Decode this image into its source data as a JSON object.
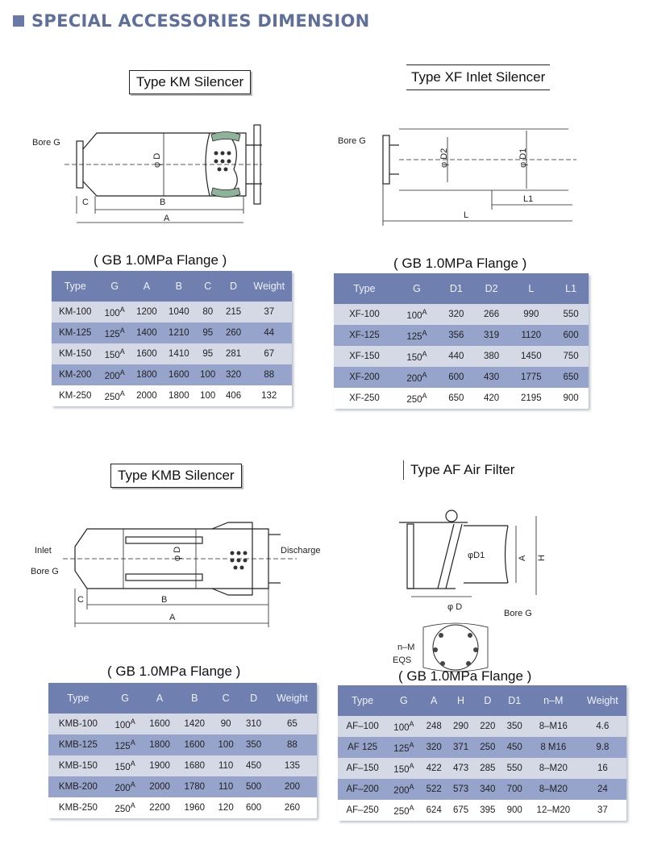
{
  "header": {
    "title": "SPECIAL ACCESSORIES DIMENSION"
  },
  "km": {
    "title": "Type KM Silencer",
    "flange": "( GB 1.0MPa Flange )",
    "labels": {
      "bore": "Bore G",
      "d": "φ D",
      "c": "C",
      "b": "B",
      "a": "A"
    },
    "columns": [
      "Type",
      "G",
      "A",
      "B",
      "C",
      "D",
      "Weight"
    ],
    "rows": [
      [
        "KM-100",
        "100",
        "1200",
        "1040",
        "80",
        "215",
        "37"
      ],
      [
        "KM-125",
        "125",
        "1400",
        "1210",
        "95",
        "260",
        "44"
      ],
      [
        "KM-150",
        "150",
        "1600",
        "1410",
        "95",
        "281",
        "67"
      ],
      [
        "KM-200",
        "200",
        "1800",
        "1600",
        "100",
        "320",
        "88"
      ],
      [
        "KM-250",
        "250",
        "2000",
        "1800",
        "100",
        "406",
        "132"
      ]
    ]
  },
  "xf": {
    "title": "Type XF Inlet Silencer",
    "flange": "( GB 1.0MPa Flange )",
    "labels": {
      "bore": "Bore G",
      "d2": "φ D2",
      "d1": "φ D1",
      "l1": "L1",
      "l": "L"
    },
    "columns": [
      "Type",
      "G",
      "D1",
      "D2",
      "L",
      "L1"
    ],
    "rows": [
      [
        "XF-100",
        "100",
        "320",
        "266",
        "990",
        "550"
      ],
      [
        "XF-125",
        "125",
        "356",
        "319",
        "1120",
        "600"
      ],
      [
        "XF-150",
        "150",
        "440",
        "380",
        "1450",
        "750"
      ],
      [
        "XF-200",
        "200",
        "600",
        "430",
        "1775",
        "650"
      ],
      [
        "XF-250",
        "250",
        "650",
        "420",
        "2195",
        "900"
      ]
    ]
  },
  "kmb": {
    "title": "Type KMB Silencer",
    "flange": "( GB 1.0MPa Flange )",
    "labels": {
      "inlet": "Inlet",
      "bore": "Bore G",
      "discharge": "Discharge",
      "d": "φ D",
      "c": "C",
      "b": "B",
      "a": "A"
    },
    "columns": [
      "Type",
      "G",
      "A",
      "B",
      "C",
      "D",
      "Weight"
    ],
    "rows": [
      [
        "KMB-100",
        "100",
        "1600",
        "1420",
        "90",
        "310",
        "65"
      ],
      [
        "KMB-125",
        "125",
        "1800",
        "1600",
        "100",
        "350",
        "88"
      ],
      [
        "KMB-150",
        "150",
        "1900",
        "1680",
        "110",
        "450",
        "135"
      ],
      [
        "KMB-200",
        "200",
        "2000",
        "1780",
        "110",
        "500",
        "200"
      ],
      [
        "KMB-250",
        "250",
        "2200",
        "1960",
        "120",
        "600",
        "260"
      ]
    ]
  },
  "af": {
    "title": "Type AF Air Filter",
    "flange": "( GB 1.0MPa Flange )",
    "labels": {
      "d1": "φD1",
      "d": "φ D",
      "bore": "Bore G",
      "a": "A",
      "h": "H",
      "nm": "n–M",
      "eqs": "EQS"
    },
    "columns": [
      "Type",
      "G",
      "A",
      "H",
      "D",
      "D1",
      "n–M",
      "Weight"
    ],
    "rows": [
      [
        "AF–100",
        "100",
        "248",
        "290",
        "220",
        "350",
        "8–M16",
        "4.6"
      ],
      [
        "AF  125",
        "125",
        "320",
        "371",
        "250",
        "450",
        "8  M16",
        "9.8"
      ],
      [
        "AF–150",
        "150",
        "422",
        "473",
        "285",
        "550",
        "8–M20",
        "16"
      ],
      [
        "AF–200",
        "200",
        "522",
        "573",
        "340",
        "700",
        "8–M20",
        "24"
      ],
      [
        "AF–250",
        "250",
        "624",
        "675",
        "395",
        "900",
        "12–M20",
        "37"
      ]
    ]
  },
  "sup": "A",
  "colors": {
    "header_text": "#5f6f9c",
    "table_header": "#6e7fb0",
    "row_dark": "#96a4cc",
    "row_light": "#d5d9e6"
  }
}
